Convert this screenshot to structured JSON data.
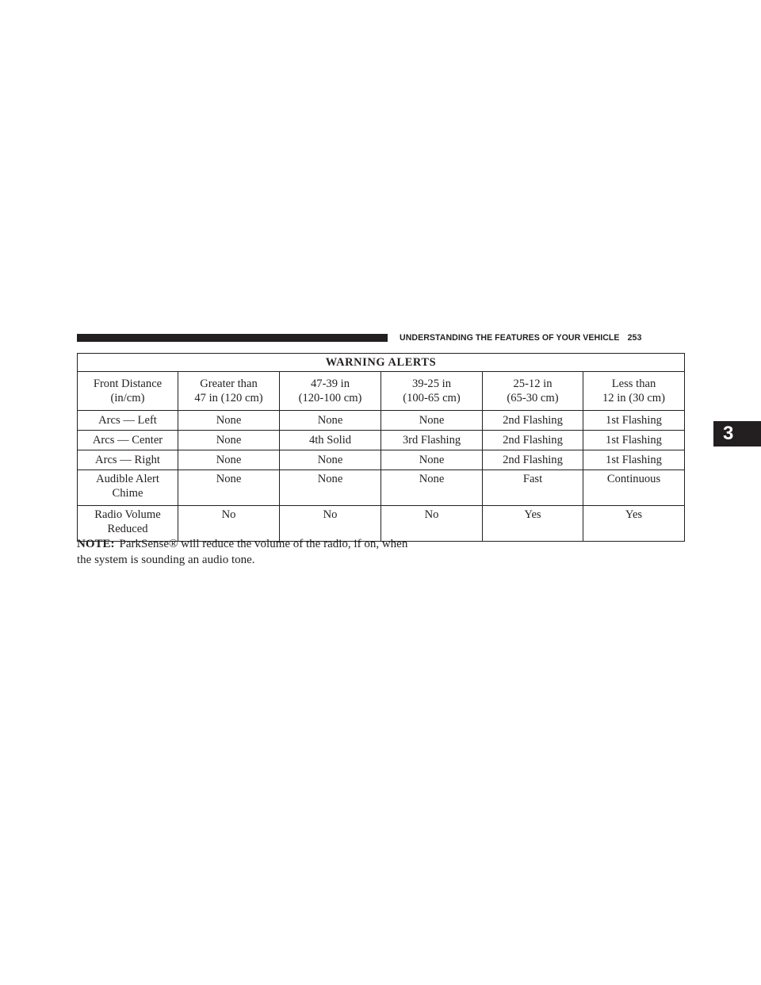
{
  "running_header": {
    "title": "UNDERSTANDING THE FEATURES OF YOUR VEHICLE",
    "page_number": "253"
  },
  "chapter_tab": {
    "number": "3"
  },
  "table": {
    "title": "WARNING ALERTS",
    "header": {
      "label": [
        "Front Distance",
        "(in/cm)"
      ],
      "columns": [
        [
          "Greater than",
          "47 in (120 cm)"
        ],
        [
          "47-39 in",
          "(120-100 cm)"
        ],
        [
          "39-25 in",
          "(100-65 cm)"
        ],
        [
          "25-12 in",
          "(65-30 cm)"
        ],
        [
          "Less than",
          "12 in (30 cm)"
        ]
      ]
    },
    "rows": [
      {
        "label": [
          "Arcs — Left"
        ],
        "values": [
          "None",
          "None",
          "None",
          "2nd Flashing",
          "1st Flashing"
        ]
      },
      {
        "label": [
          "Arcs — Center"
        ],
        "values": [
          "None",
          "4th Solid",
          "3rd Flashing",
          "2nd Flashing",
          "1st Flashing"
        ]
      },
      {
        "label": [
          "Arcs — Right"
        ],
        "values": [
          "None",
          "None",
          "None",
          "2nd Flashing",
          "1st Flashing"
        ]
      },
      {
        "label": [
          "Audible Alert",
          "Chime"
        ],
        "values": [
          "None",
          "None",
          "None",
          "Fast",
          "Continuous"
        ]
      },
      {
        "label": [
          "Radio Volume",
          "Reduced"
        ],
        "values": [
          "No",
          "No",
          "No",
          "Yes",
          "Yes"
        ]
      }
    ]
  },
  "note": {
    "label": "NOTE:",
    "text": "ParkSense® will reduce the volume of the radio, if on, when the system is sounding an audio tone."
  }
}
